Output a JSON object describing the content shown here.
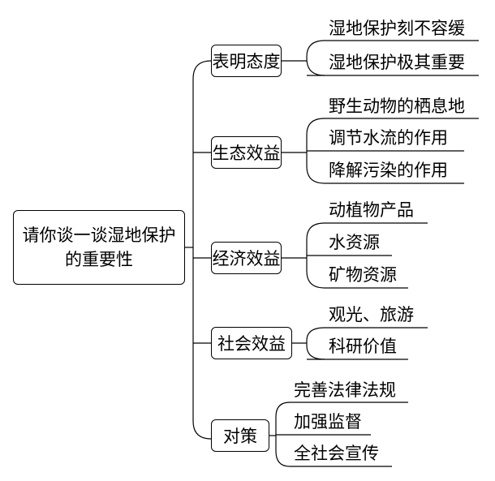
{
  "root": {
    "text": "请你谈一谈湿地保护的重要性"
  },
  "categories": [
    {
      "label": "表明态度",
      "items": [
        "湿地保护刻不容缓",
        "湿地保护极其重要"
      ]
    },
    {
      "label": "生态效益",
      "items": [
        "野生动物的栖息地",
        "调节水流的作用",
        "降解污染的作用"
      ]
    },
    {
      "label": "经济效益",
      "items": [
        "动植物产品",
        "水资源",
        "矿物资源"
      ]
    },
    {
      "label": "社会效益",
      "items": [
        "观光、旅游",
        "科研价值"
      ]
    },
    {
      "label": "对策",
      "items": [
        "完善法律法规",
        "加强监督",
        "全社会宣传"
      ]
    }
  ]
}
